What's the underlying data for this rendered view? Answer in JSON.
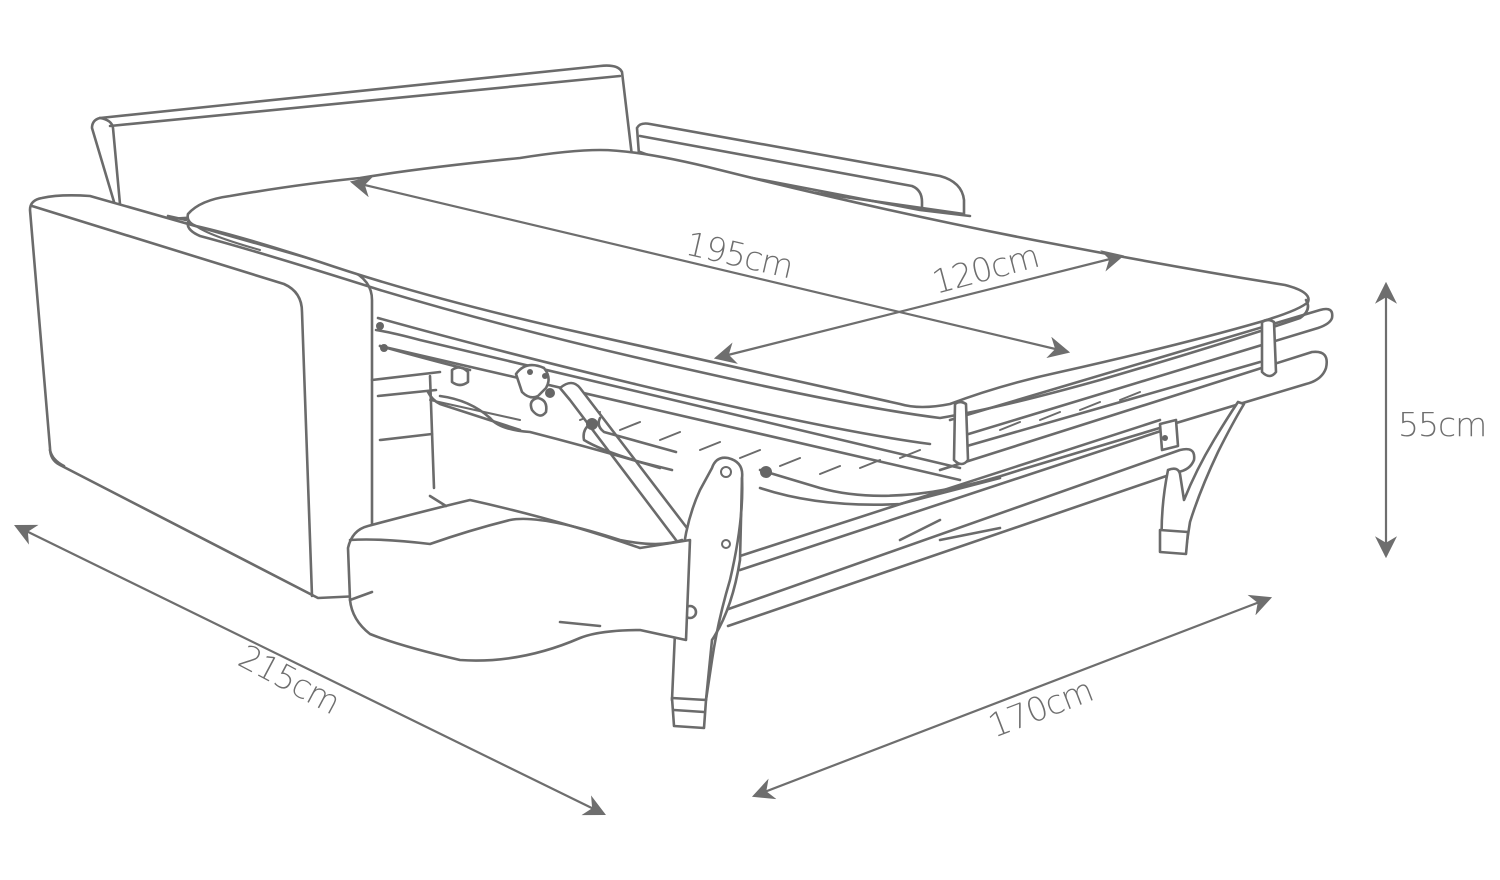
{
  "diagram": {
    "subject": "Sofa bed (open position) dimension drawing",
    "line_color": "#6b6b6b",
    "background": "#ffffff",
    "dimensions": {
      "mattress_length": {
        "label": "195cm",
        "value": 195,
        "unit": "cm"
      },
      "mattress_width": {
        "label": "120cm",
        "value": 120,
        "unit": "cm"
      },
      "height": {
        "label": "55cm",
        "value": 55,
        "unit": "cm"
      },
      "open_depth": {
        "label": "215cm",
        "value": 215,
        "unit": "cm"
      },
      "overall_width": {
        "label": "170cm",
        "value": 170,
        "unit": "cm"
      }
    }
  }
}
